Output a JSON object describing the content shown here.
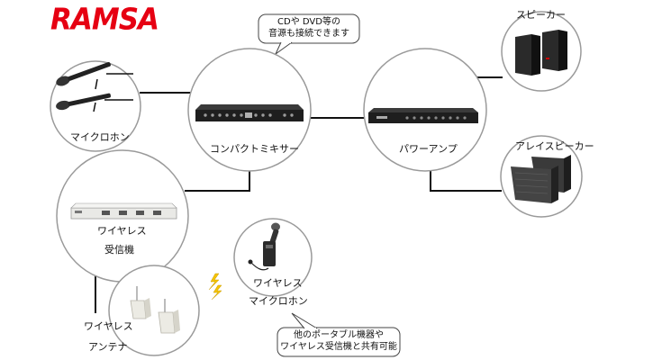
{
  "brand": {
    "logo_text": "RAMSA",
    "logo_color": "#e60012"
  },
  "colors": {
    "line": "#111111",
    "node_border": "#9a9a9a",
    "bolt": "#f5c400"
  },
  "nodes": {
    "microphone": {
      "label": "マイクロホン",
      "icon": "microphone-icon"
    },
    "mixer": {
      "label": "コンパクトミキサー",
      "icon": "mixer-icon"
    },
    "power_amp": {
      "label": "パワーアンプ",
      "icon": "power-amp-icon"
    },
    "speaker": {
      "label": "スピーカー",
      "icon": "speaker-icon"
    },
    "array_speaker": {
      "label": "アレイスピーカー",
      "icon": "array-speaker-icon"
    },
    "wireless_receiver": {
      "label_line1": "ワイヤレス",
      "label_line2": "受信機",
      "icon": "wireless-receiver-icon"
    },
    "wireless_mic": {
      "label_line1": "ワイヤレス",
      "label_line2": "マイクロホン",
      "icon": "wireless-microphone-icon"
    },
    "antenna": {
      "label_line1": "ワイヤレス",
      "label_line2": "アンテナ",
      "icon": "antenna-icon"
    }
  },
  "callouts": {
    "cd_dvd": {
      "line1": "CDや DVD等の",
      "line2": "音源も接続できます"
    },
    "portable": {
      "line1": "他のポータブル機器や",
      "line2": "ワイヤレス受信機と共有可能"
    }
  }
}
